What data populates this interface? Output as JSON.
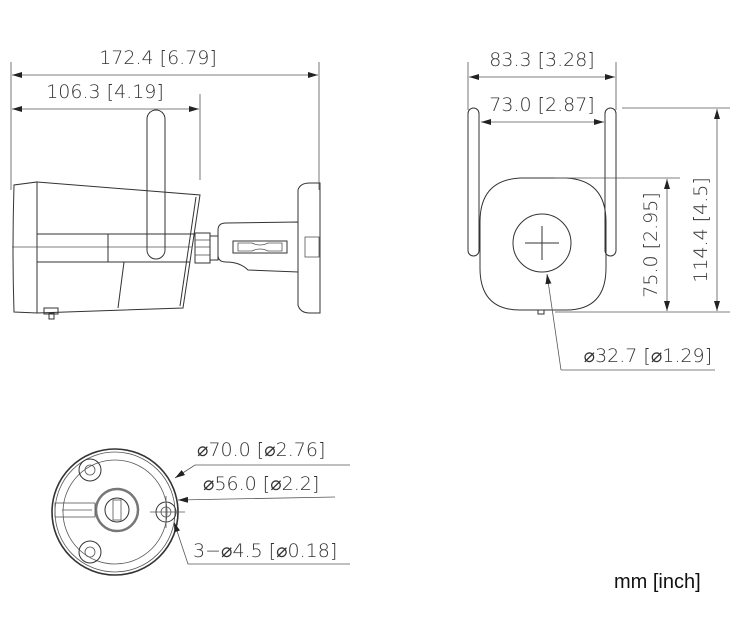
{
  "side_view": {
    "overall_length": "172.4 [6.79]",
    "body_length": "106.3 [4.19]"
  },
  "front_view": {
    "antenna_span": "83.3 [3.28]",
    "body_width": "73.0 [2.87]",
    "body_height": "75.0 [2.95]",
    "overall_height": "114.4 [4.5]",
    "lens_diameter": "⌀32.7 [⌀1.29]"
  },
  "base_view": {
    "base_diameter": "⌀70.0 [⌀2.76]",
    "hole_circle_diameter": "⌀56.0 [⌀2.2]",
    "mounting_holes": "3−⌀4.5 [⌀0.18]"
  },
  "units_note": "mm [inch]"
}
